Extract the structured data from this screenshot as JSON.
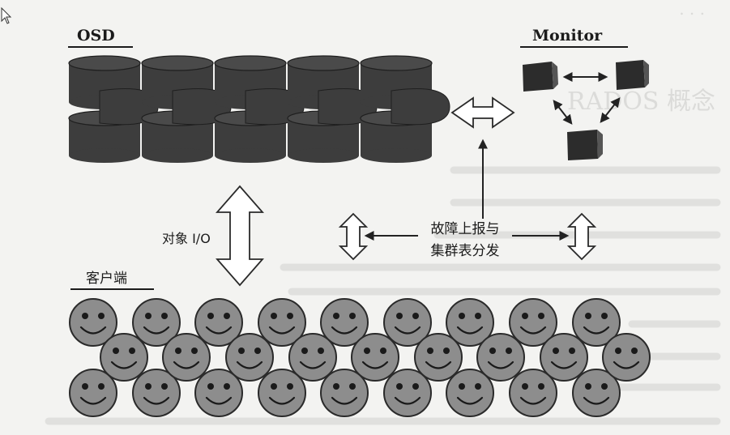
{
  "diagram": {
    "osd_label": "OSD",
    "monitor_label": "Monitor",
    "client_label": "客户端",
    "object_io_label": "对象 I/O",
    "report_line1": "故障上报与",
    "report_line2": "集群表分发",
    "background_heading": "RADOS 概念",
    "colors": {
      "osd_fill": "#3d3d3d",
      "monitor_fill": "#2c2c2c",
      "smiley_fill": "#8d8d8d",
      "smiley_border": "#2a2a2a",
      "arrow_outline": "#2a2a2a",
      "background": "#f3f3f1"
    },
    "icons": {
      "osd": "disk-stack-icon",
      "monitor": "cube-icon",
      "client": "smiley-face-icon",
      "arrow": "double-arrow-icon",
      "cursor": "mouse-pointer-icon"
    }
  }
}
